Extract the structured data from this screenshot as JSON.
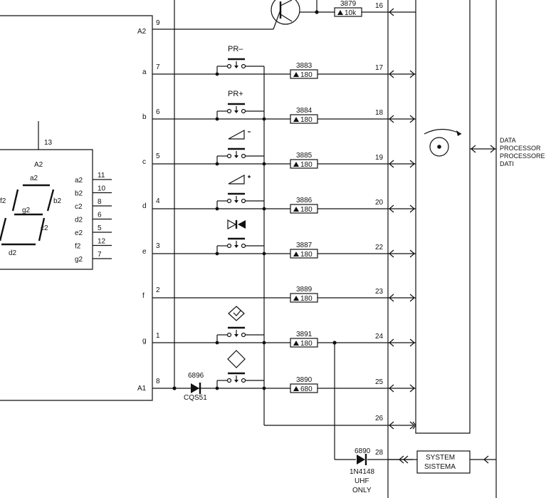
{
  "ic": {
    "left_pins": [
      {
        "name": "A2",
        "num": "9"
      },
      {
        "name": "a",
        "num": "7"
      },
      {
        "name": "b",
        "num": "6"
      },
      {
        "name": "c",
        "num": "5"
      },
      {
        "name": "d",
        "num": "4"
      },
      {
        "name": "e",
        "num": "3"
      },
      {
        "name": "f",
        "num": "2"
      },
      {
        "name": "g",
        "num": "1"
      },
      {
        "name": "A1",
        "num": "8"
      }
    ]
  },
  "display": {
    "common_pin_num": "13",
    "common_pin_label": "A2",
    "pins": [
      {
        "name": "a2",
        "num": "11"
      },
      {
        "name": "b2",
        "num": "10"
      },
      {
        "name": "c2",
        "num": "8"
      },
      {
        "name": "d2",
        "num": "6"
      },
      {
        "name": "e2",
        "num": "5"
      },
      {
        "name": "f2",
        "num": "12"
      },
      {
        "name": "g2",
        "num": "7"
      }
    ],
    "segment_labels": {
      "a2": "a2",
      "f2": "f2",
      "b2": "b2",
      "g2": "g2",
      "c2": "c2",
      "d2": "d2"
    }
  },
  "keys": [
    {
      "label": "PR–"
    },
    {
      "label": "PR+"
    },
    {
      "label": ""
    },
    {
      "label": ""
    },
    {
      "label": ""
    },
    {
      "label": ""
    },
    {
      "label": ""
    }
  ],
  "resistors": [
    {
      "ref": "3879",
      "value": "10k",
      "line": "16"
    },
    {
      "ref": "3883",
      "value": "180",
      "line": "17"
    },
    {
      "ref": "3884",
      "value": "180",
      "line": "18"
    },
    {
      "ref": "3885",
      "value": "180",
      "line": "19"
    },
    {
      "ref": "3886",
      "value": "180",
      "line": "20"
    },
    {
      "ref": "3887",
      "value": "180",
      "line": "22"
    },
    {
      "ref": "3889",
      "value": "180",
      "line": "23"
    },
    {
      "ref": "3891",
      "value": "180",
      "line": "24"
    },
    {
      "ref": "3890",
      "value": "680",
      "line": "25"
    }
  ],
  "line_26": "26",
  "line_28": "28",
  "diode_a1": {
    "ref": "6896",
    "type": "CQS51"
  },
  "diode_uhf": {
    "ref": "6890",
    "type": "1N4148",
    "note_1": "UHF",
    "note_2": "ONLY"
  },
  "system_box": {
    "line1": "SYSTEM",
    "line2": "SISTEMA"
  },
  "data_processor": {
    "l1": "DATA",
    "l2": "PROCESSOR",
    "l3": "PROCESSORE",
    "l4": "DATI"
  }
}
